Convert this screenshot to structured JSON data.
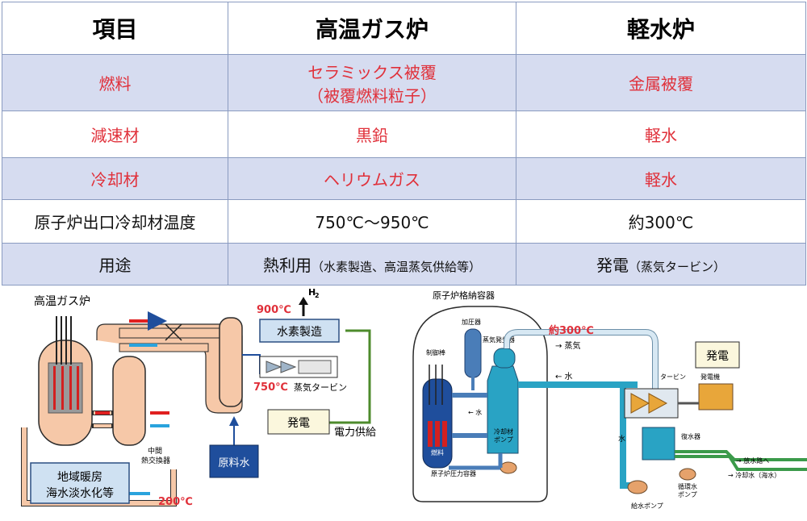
{
  "table": {
    "headers": [
      "項目",
      "高温ガス炉",
      "軽水炉"
    ],
    "rows": [
      {
        "item": "燃料",
        "htgr": "セラミックス被覆",
        "htgr2": "（被覆燃料粒子）",
        "lwr": "金属被覆"
      },
      {
        "item": "減速材",
        "htgr": "黒鉛",
        "lwr": "軽水"
      },
      {
        "item": "冷却材",
        "htgr": "ヘリウムガス",
        "lwr": "軽水"
      },
      {
        "item": "原子炉出口冷却材温度",
        "htgr": "750℃～950℃",
        "lwr": "約300℃"
      },
      {
        "item": "用途",
        "htgr": "熱利用",
        "htgr_note": "（水素製造、高温蒸気供給等）",
        "lwr": "発電",
        "lwr_note": "（蒸気タービン）"
      }
    ],
    "colors": {
      "red_text": "#e0303a",
      "row_blue": "#d6dcf0",
      "border": "#8a9bc0"
    }
  },
  "htgr_diagram": {
    "title": "高温ガス炉",
    "temp_top": "900℃",
    "h2": "H",
    "h2_sub": "2",
    "hydrogen_box": "水素製造",
    "temp_turbine": "750℃",
    "turbine_label": "蒸気タービン",
    "power_box": "発電",
    "power_supply": "電力供給",
    "raw_water": "原料水",
    "ihx_line1": "中間",
    "ihx_line2": "熱交換器",
    "heating_line1": "地域暖房",
    "heating_line2": "海水淡水化等",
    "temp_return": "200℃"
  },
  "lwr_diagram": {
    "containment": "原子炉格納容器",
    "pressurizer": "加圧器",
    "control_rod": "制御棒",
    "steam_gen": "蒸気発生器",
    "temp": "約300℃",
    "steam": "→ 蒸気",
    "water_top": "← 水",
    "water_left": "← 水",
    "fuel": "燃料",
    "coolant_pump1": "冷却材",
    "coolant_pump2": "ポンプ",
    "vessel": "原子炉圧力容器",
    "turbine": "タービン",
    "power_box": "発電",
    "generator": "発電機",
    "condenser": "復水器",
    "water_vertical": "水",
    "discharge": "→ 放水路へ",
    "cooling_water": "→ 冷却水（海水）",
    "circ_pump1": "循環水",
    "circ_pump2": "ポンプ",
    "feed_pump": "給水ポンプ"
  }
}
